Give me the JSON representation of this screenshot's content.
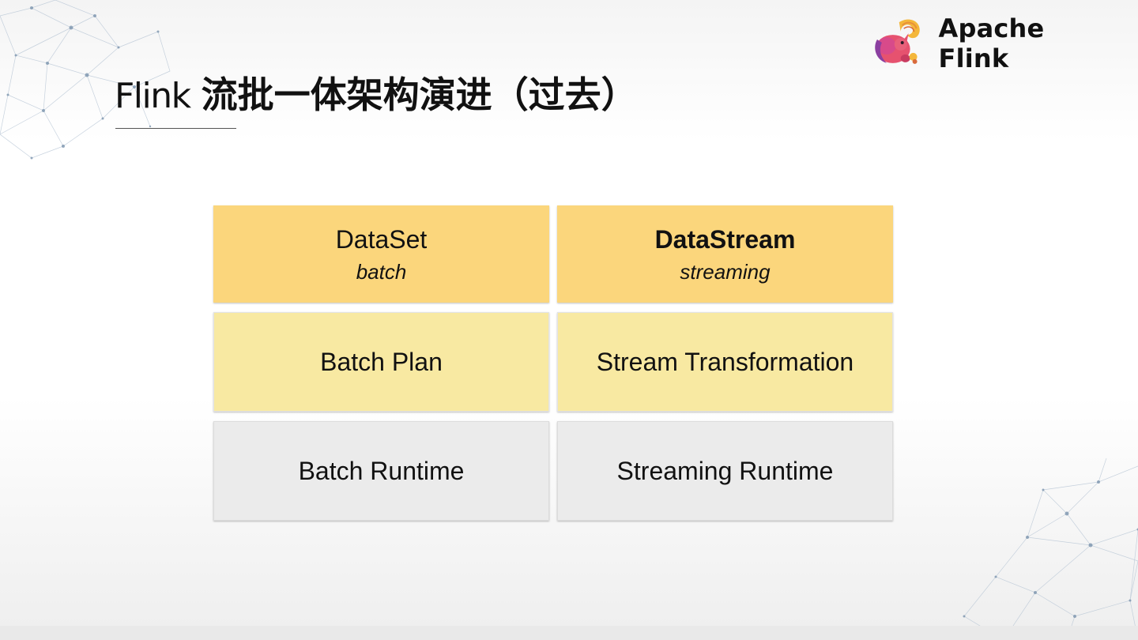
{
  "brand": {
    "name": "Apache Flink"
  },
  "title": {
    "en": "Flink",
    "cn": "流批一体架构演进（过去）"
  },
  "diagram": {
    "row1": {
      "left": {
        "label": "DataSet",
        "sub": "batch"
      },
      "right": {
        "label": "DataStream",
        "sub": "streaming"
      }
    },
    "row2": {
      "left": {
        "label": "Batch Plan"
      },
      "right": {
        "label": "Stream Transformation"
      }
    },
    "row3": {
      "left": {
        "label": "Batch Runtime"
      },
      "right": {
        "label": "Streaming Runtime"
      }
    }
  },
  "colors": {
    "api_layer": "#fbd67c",
    "plan_layer": "#f8e9a2",
    "runtime_layer": "#ebebeb",
    "logo_primary": "#e6526f",
    "logo_tail": "#f4b73b"
  },
  "icons": {
    "logo": "flink-squirrel-logo"
  }
}
